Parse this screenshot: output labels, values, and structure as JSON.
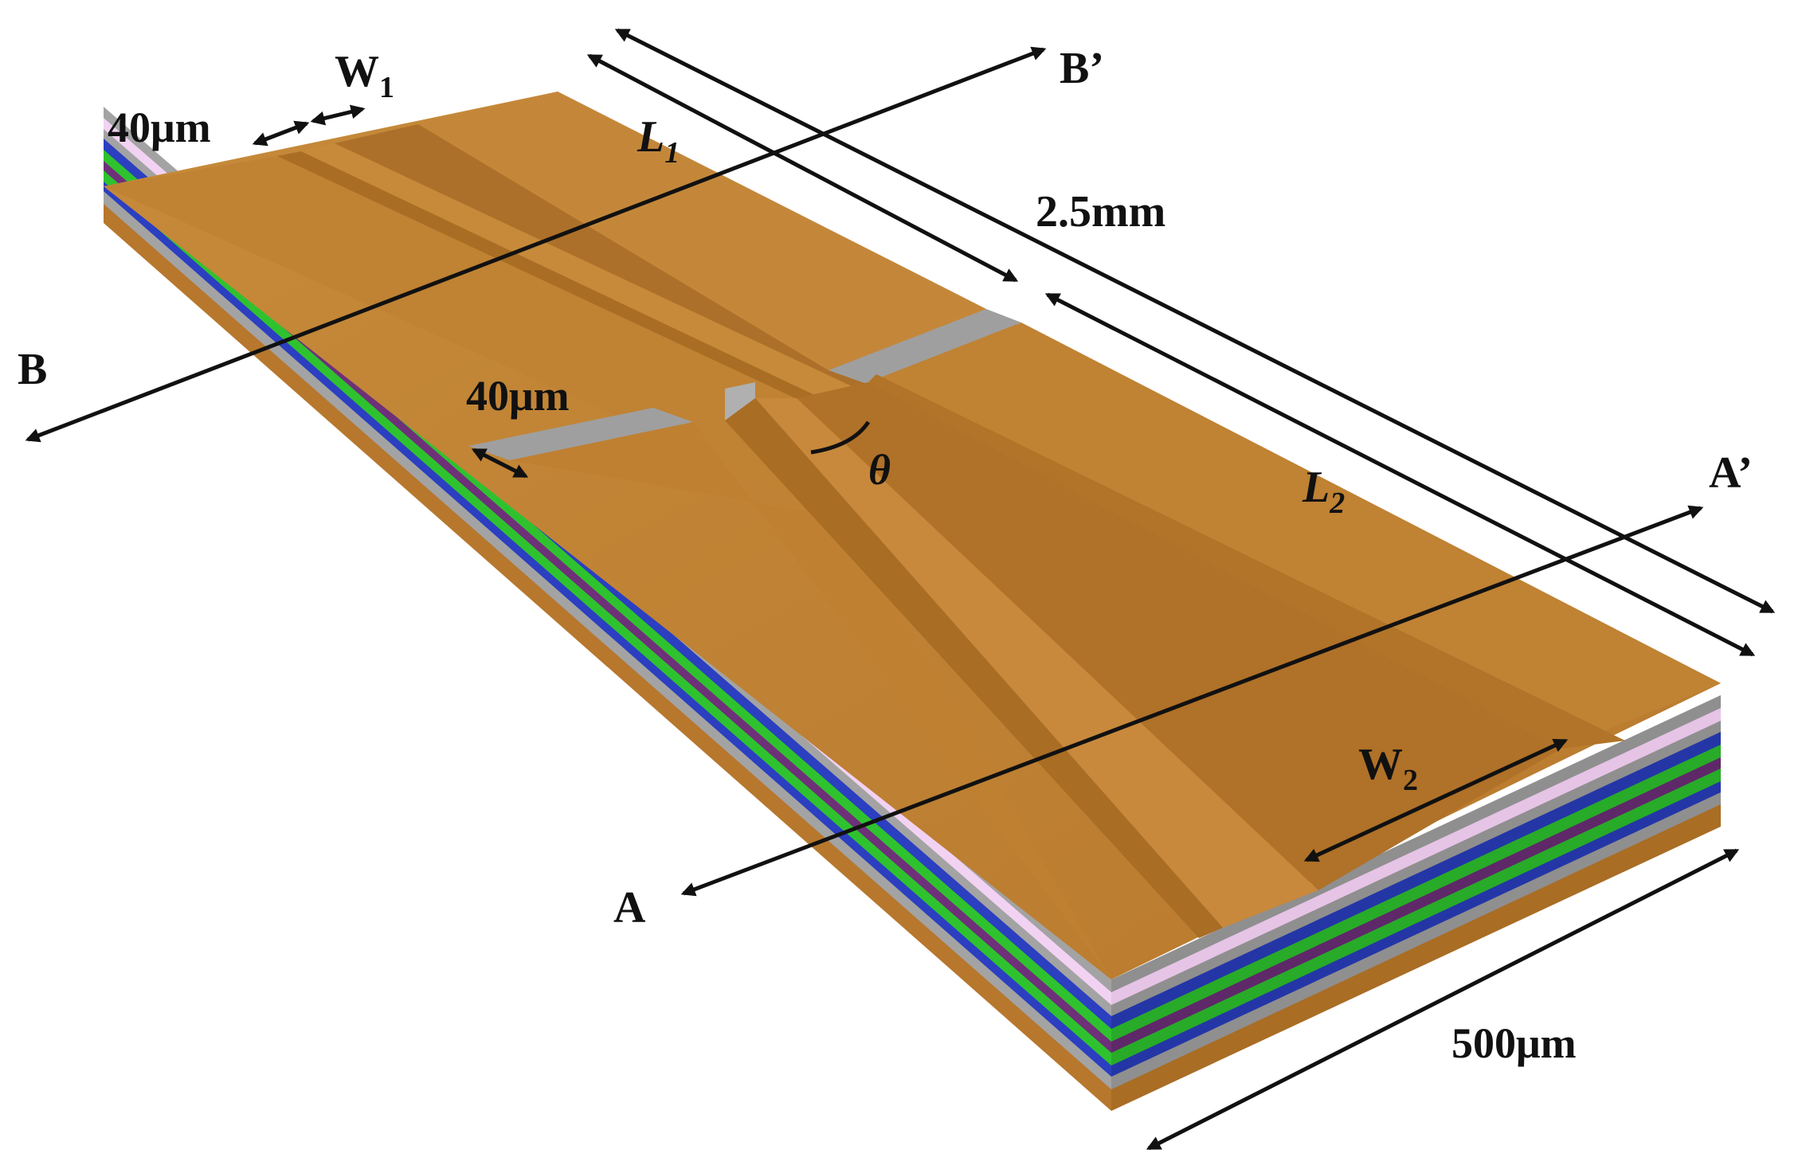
{
  "colors": {
    "gold_top": "#c08233",
    "gold_groove": "#a96d24",
    "gold_side": "#b7772d",
    "layer_gray": "#a3a3a3",
    "layer_pink": "#f2d2f2",
    "layer_green": "#2fc22f",
    "layer_blue": "#2b3fc0",
    "layer_purple": "#6e3079",
    "arrow": "#111111"
  },
  "labels": {
    "w1": {
      "base": "W",
      "sub": "1"
    },
    "w1_gap": "40μm",
    "l1": {
      "base": "L",
      "sub": "1"
    },
    "length_total": "2.5mm",
    "b": "B",
    "b_prime": "B’",
    "mid_gap": "40μm",
    "theta": "θ",
    "l2": {
      "base": "L",
      "sub": "2"
    },
    "a_prime": "A’",
    "w2": {
      "base": "W",
      "sub": "2"
    },
    "a": "A",
    "width_total": "500μm"
  }
}
